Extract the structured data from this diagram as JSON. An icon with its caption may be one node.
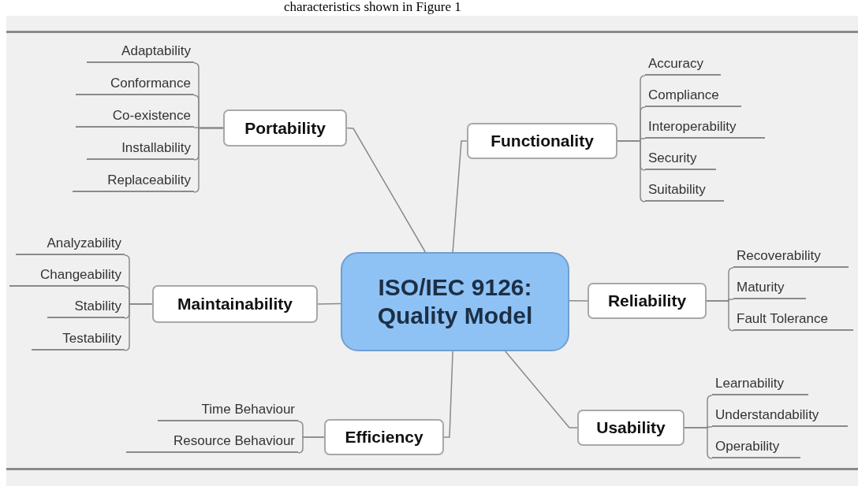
{
  "diagram": {
    "nodes": [
      {
        "text": [
          "ISO/IEC 9126: Quality Model"
        ]
      },
      {
        "text": [
          "Portability"
        ]
      },
      {
        "text": [
          "Adaptability"
        ]
      },
      {
        "text": [
          "Conformance"
        ]
      },
      {
        "text": [
          "Co-existence"
        ]
      },
      {
        "text": [
          "Installability"
        ]
      },
      {
        "text": [
          "Replaceability"
        ]
      },
      {
        "text": [
          "Functionality"
        ]
      },
      {
        "text": [
          "Accuracy"
        ]
      },
      {
        "text": [
          "Compliance"
        ]
      },
      {
        "text": [
          "Interoperability"
        ]
      },
      {
        "text": [
          "Security"
        ]
      },
      {
        "text": [
          "Suitability"
        ]
      },
      {
        "text": [
          "Maintainability"
        ]
      },
      {
        "text": [
          "Analyzability"
        ]
      },
      {
        "text": [
          "Changeability"
        ]
      },
      {
        "text": [
          "Stability"
        ]
      },
      {
        "text": [
          "Testability"
        ]
      },
      {
        "text": [
          "Reliability"
        ]
      },
      {
        "text": [
          "Recoverability"
        ]
      },
      {
        "text": [
          "Maturity"
        ]
      },
      {
        "text": [
          "Fault Tolerance"
        ]
      },
      {
        "text": [
          "Efficiency"
        ]
      },
      {
        "text": [
          "Time Behaviour"
        ]
      },
      {
        "text": [
          "Resource Behaviour"
        ]
      },
      {
        "text": [
          "Usability"
        ]
      },
      {
        "text": [
          "Learnability"
        ]
      },
      {
        "text": [
          "Understandability"
        ]
      },
      {
        "text": [
          "Operability"
        ]
      }
    ],
    "edges": [
      {
        "from": 0,
        "to": 1,
        "arrow": "none"
      },
      {
        "from": 1,
        "to": 2,
        "arrow": "none"
      },
      {
        "from": 1,
        "to": 3,
        "arrow": "none"
      },
      {
        "from": 1,
        "to": 4,
        "arrow": "none"
      },
      {
        "from": 1,
        "to": 5,
        "arrow": "none"
      },
      {
        "from": 1,
        "to": 6,
        "arrow": "none"
      },
      {
        "from": 0,
        "to": 7,
        "arrow": "none"
      },
      {
        "from": 7,
        "to": 8,
        "arrow": "none"
      },
      {
        "from": 7,
        "to": 9,
        "arrow": "none"
      },
      {
        "from": 7,
        "to": 10,
        "arrow": "none"
      },
      {
        "from": 7,
        "to": 11,
        "arrow": "none"
      },
      {
        "from": 7,
        "to": 12,
        "arrow": "none"
      },
      {
        "from": 0,
        "to": 13,
        "arrow": "none"
      },
      {
        "from": 13,
        "to": 14,
        "arrow": "none"
      },
      {
        "from": 13,
        "to": 15,
        "arrow": "none"
      },
      {
        "from": 13,
        "to": 16,
        "arrow": "none"
      },
      {
        "from": 13,
        "to": 17,
        "arrow": "none"
      },
      {
        "from": 0,
        "to": 18,
        "arrow": "none"
      },
      {
        "from": 18,
        "to": 19,
        "arrow": "none"
      },
      {
        "from": 18,
        "to": 20,
        "arrow": "none"
      },
      {
        "from": 18,
        "to": 21,
        "arrow": "none"
      },
      {
        "from": 0,
        "to": 22,
        "arrow": "none"
      },
      {
        "from": 22,
        "to": 23,
        "arrow": "none"
      },
      {
        "from": 22,
        "to": 24,
        "arrow": "none"
      },
      {
        "from": 0,
        "to": 25,
        "arrow": "none"
      },
      {
        "from": 25,
        "to": 26,
        "arrow": "none"
      },
      {
        "from": 25,
        "to": 27,
        "arrow": "none"
      },
      {
        "from": 25,
        "to": 28,
        "arrow": "none"
      }
    ],
    "labels": [
      "characteristics shown in Figure 1"
    ]
  }
}
